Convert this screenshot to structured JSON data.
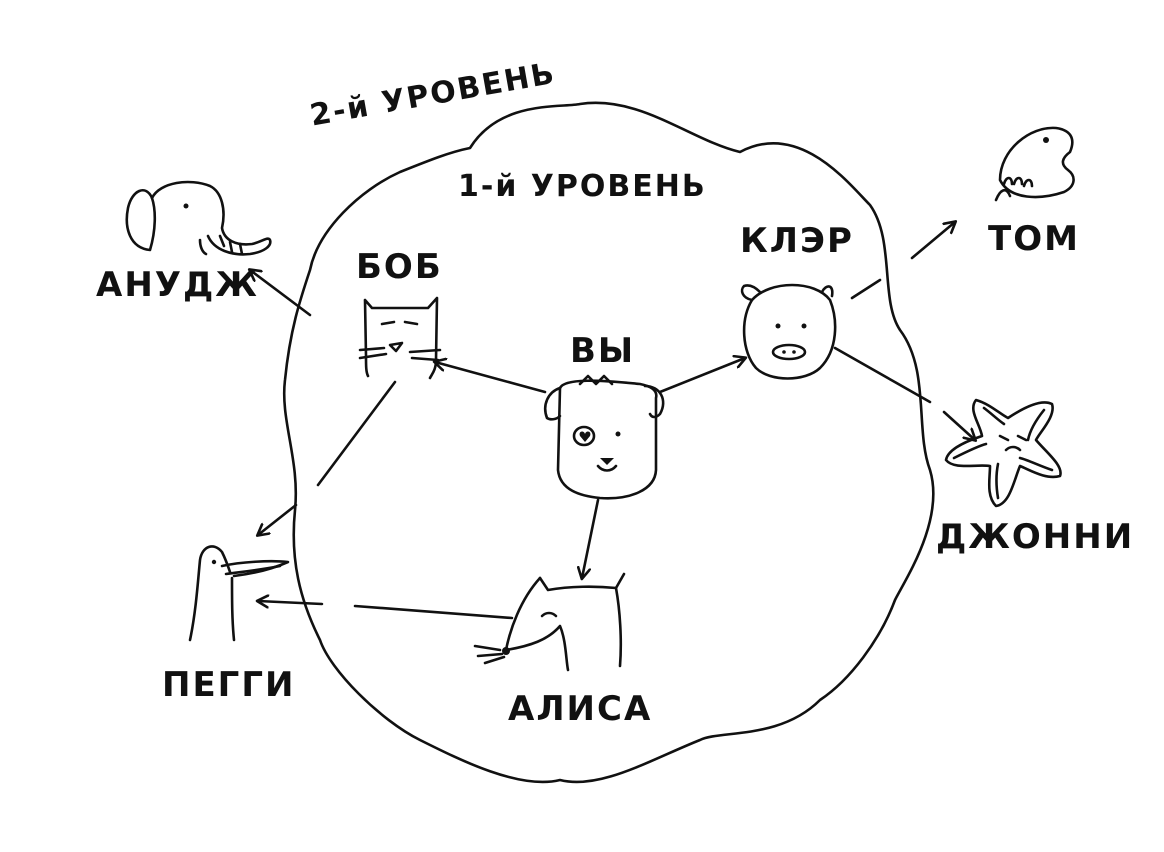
{
  "levels": {
    "level1": "1-й УРОВЕНЬ",
    "level2": "2-й УРОВЕНЬ"
  },
  "nodes": {
    "you": {
      "name": "ВЫ",
      "icon": "dog-icon"
    },
    "bob": {
      "name": "БОБ",
      "icon": "cat-icon"
    },
    "claire": {
      "name": "КЛЭР",
      "icon": "pig-icon"
    },
    "alice": {
      "name": "АЛИСА",
      "icon": "rat-icon"
    },
    "anuj": {
      "name": "АНУДЖ",
      "icon": "elephant-icon"
    },
    "tom": {
      "name": "ТОМ",
      "icon": "fish-icon"
    },
    "jonny": {
      "name": "ДЖОННИ",
      "icon": "starfish-icon"
    },
    "peggy": {
      "name": "ПЕГГИ",
      "icon": "bird-icon"
    }
  },
  "edges": [
    {
      "from": "you",
      "to": "bob"
    },
    {
      "from": "you",
      "to": "claire"
    },
    {
      "from": "you",
      "to": "alice"
    },
    {
      "from": "bob",
      "to": "anuj"
    },
    {
      "from": "bob",
      "to": "peggy"
    },
    {
      "from": "alice",
      "to": "peggy"
    },
    {
      "from": "claire",
      "to": "tom"
    },
    {
      "from": "claire",
      "to": "jonny"
    }
  ],
  "colors": {
    "ink": "#111111",
    "background": "#ffffff"
  }
}
